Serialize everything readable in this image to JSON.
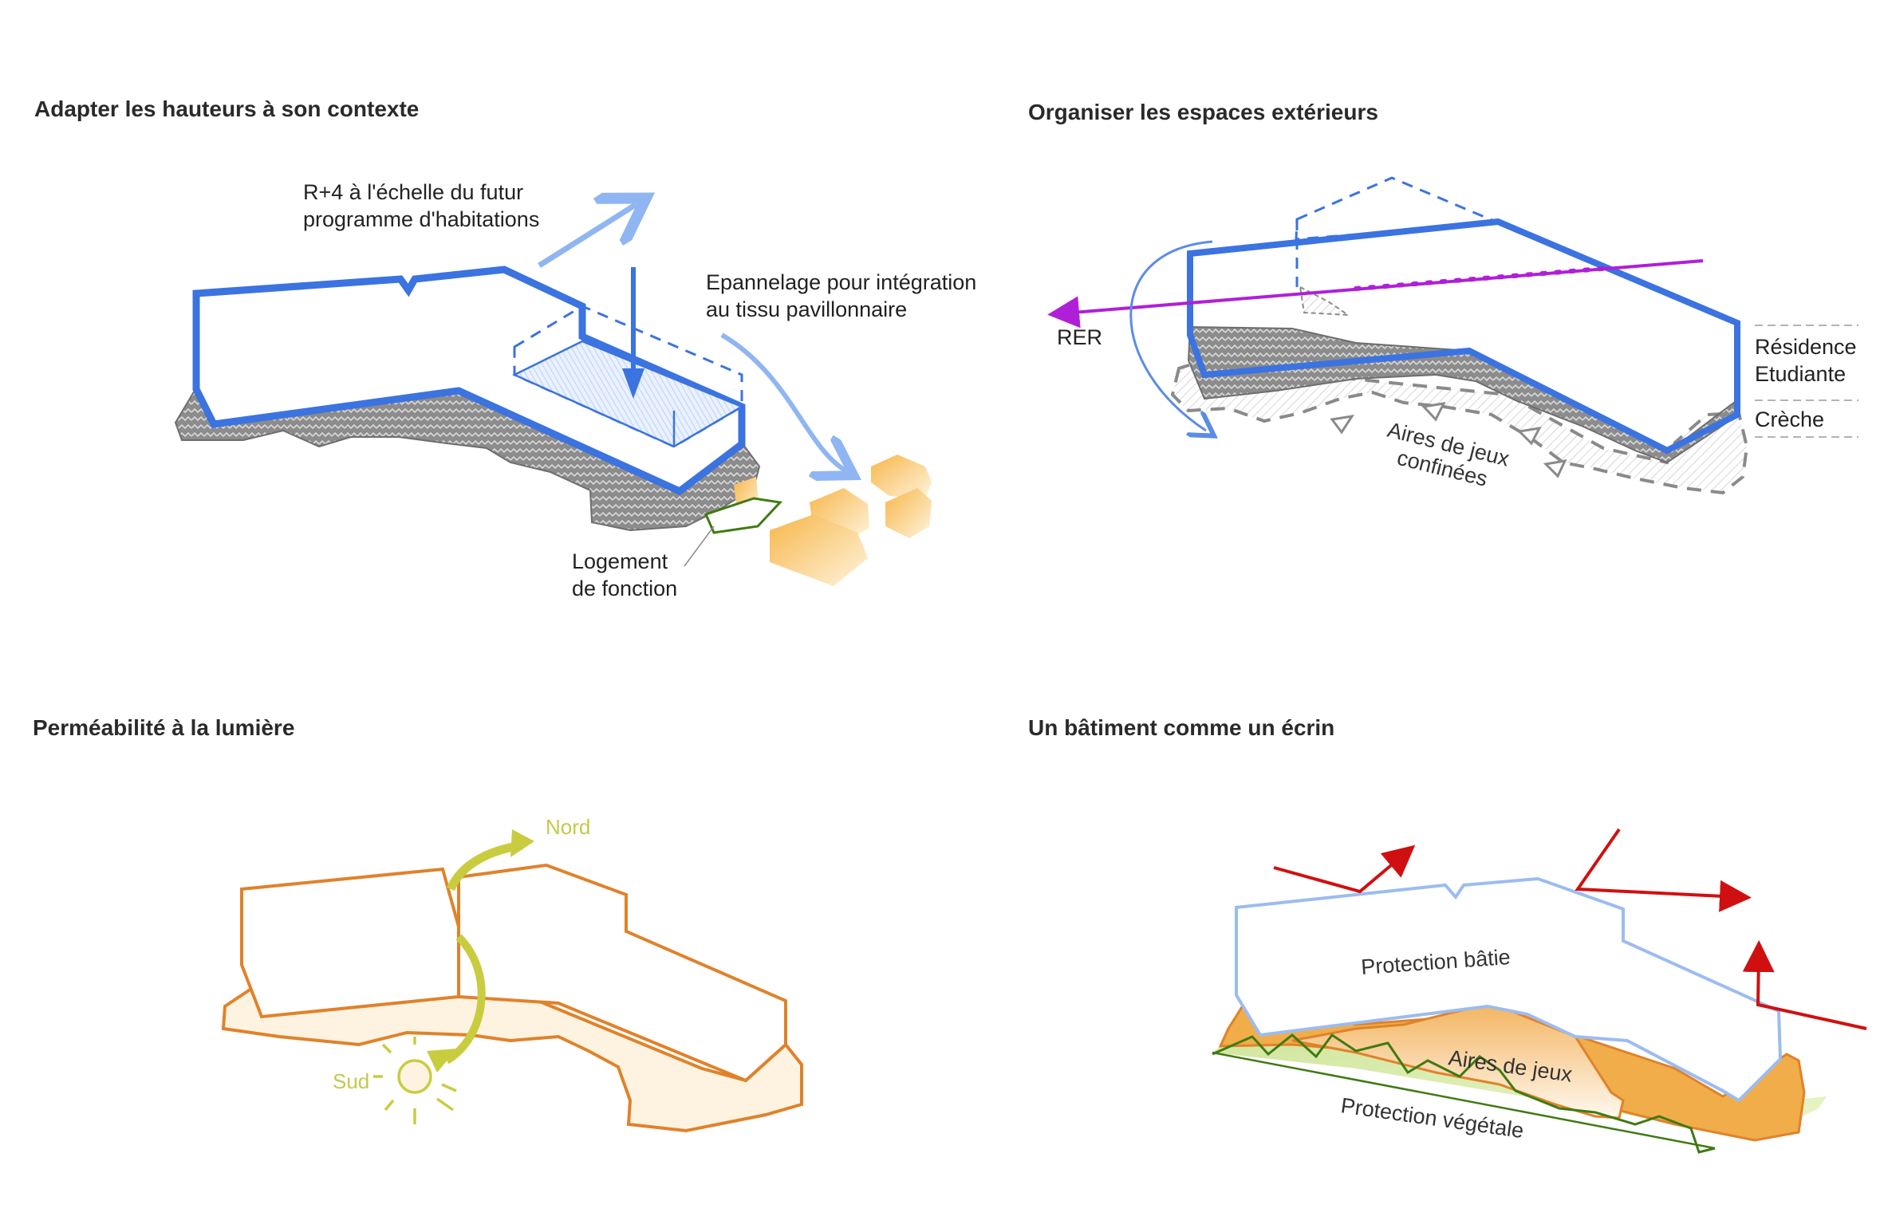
{
  "panels": {
    "heights": {
      "title": "Adapter les hauteurs à son contexte",
      "label_r4_line1": "R+4 à l'échelle du futur",
      "label_r4_line2": "programme d'habitations",
      "label_epann_line1": "Epannelage pour intégration",
      "label_epann_line2": "au tissu pavillonnaire",
      "label_logement_line1": "Logement",
      "label_logement_line2": "de fonction"
    },
    "exterior": {
      "title": "Organiser les espaces extérieurs",
      "label_rer": "RER",
      "label_residence_line1": "Résidence",
      "label_residence_line2": "Etudiante",
      "label_creche": "Crèche",
      "label_aires_line1": "Aires de jeux",
      "label_aires_line2": "confinées"
    },
    "light": {
      "title": "Perméabilité à la lumière",
      "label_nord": "Nord",
      "label_sud": "Sud"
    },
    "ecrin": {
      "title": "Un bâtiment comme un écrin",
      "label_protection_batie": "Protection bâtie",
      "label_aires": "Aires de jeux",
      "label_protection_vegetale": "Protection végétale"
    }
  },
  "colors": {
    "building_blue": "#3b73e0",
    "light_blue": "#8fb6f2",
    "ground_gray": "#8c8c8c",
    "purple": "#b01fd8",
    "orange": "#e0822a",
    "pale_orange": "#fdf3e0",
    "yellow_green": "#c9cc3f",
    "red": "#d01010",
    "pale_blue_outline": "#9cbcf0",
    "green": "#3f7a12"
  }
}
